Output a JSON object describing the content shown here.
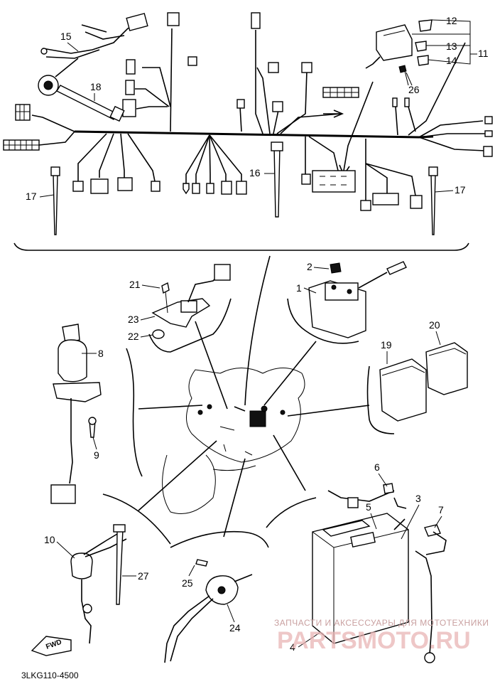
{
  "diagram_code": "3LKG110-4500",
  "forward_arrow_label": "FWD",
  "watermark": {
    "line1": "ЗАПЧАСТИ И АКСЕССУАРЫ ДЛЯ МОТОТЕХНИКИ",
    "line2": "PARTSMOTO.RU"
  },
  "callouts": {
    "c1": "1",
    "c2": "2",
    "c3": "3",
    "c4": "4",
    "c5": "5",
    "c6": "6",
    "c7": "7",
    "c8": "8",
    "c9": "9",
    "c10": "10",
    "c11": "11",
    "c12": "12",
    "c13": "13",
    "c14": "14",
    "c15": "15",
    "c16": "16",
    "c17a": "17",
    "c17b": "17",
    "c18": "18",
    "c19": "19",
    "c20": "20",
    "c21": "21",
    "c22": "22",
    "c23": "23",
    "c24": "24",
    "c25": "25",
    "c26": "26",
    "c27": "27"
  }
}
